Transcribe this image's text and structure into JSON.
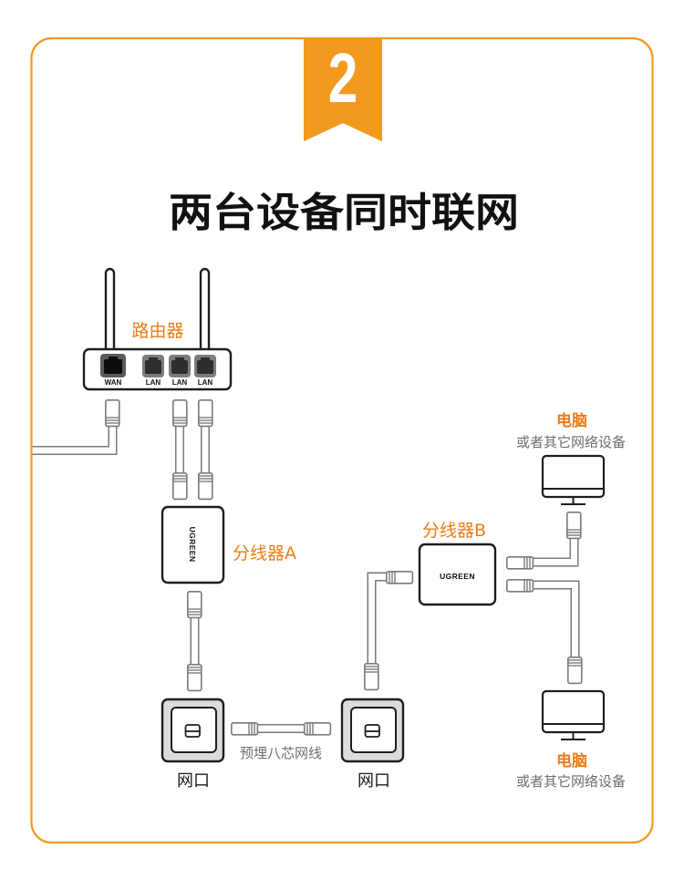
{
  "step": {
    "number": "2"
  },
  "title": "两台设备同时联网",
  "router": {
    "label": "路由器",
    "ports": [
      {
        "label": "WAN"
      },
      {
        "label": "LAN"
      },
      {
        "label": "LAN"
      },
      {
        "label": "LAN"
      }
    ]
  },
  "splitter_a": {
    "label": "分线器A",
    "brand": "UGREEN"
  },
  "splitter_b": {
    "label": "分线器B",
    "brand": "UGREEN"
  },
  "embedded_cable": {
    "label": "预埋八芯网线"
  },
  "wall_ports": [
    {
      "label": "网口"
    },
    {
      "label": "网口"
    }
  ],
  "computers": [
    {
      "label": "电脑",
      "sublabel": "或者其它网络设备"
    },
    {
      "label": "电脑",
      "sublabel": "或者其它网络设备"
    }
  ],
  "colors": {
    "accent": "#F39A1E",
    "label_orange": "#EE7B16",
    "cable": "#7a7a7a",
    "muted_text": "#6e6e6e",
    "wall_port_fill": "#dcdcdc"
  }
}
